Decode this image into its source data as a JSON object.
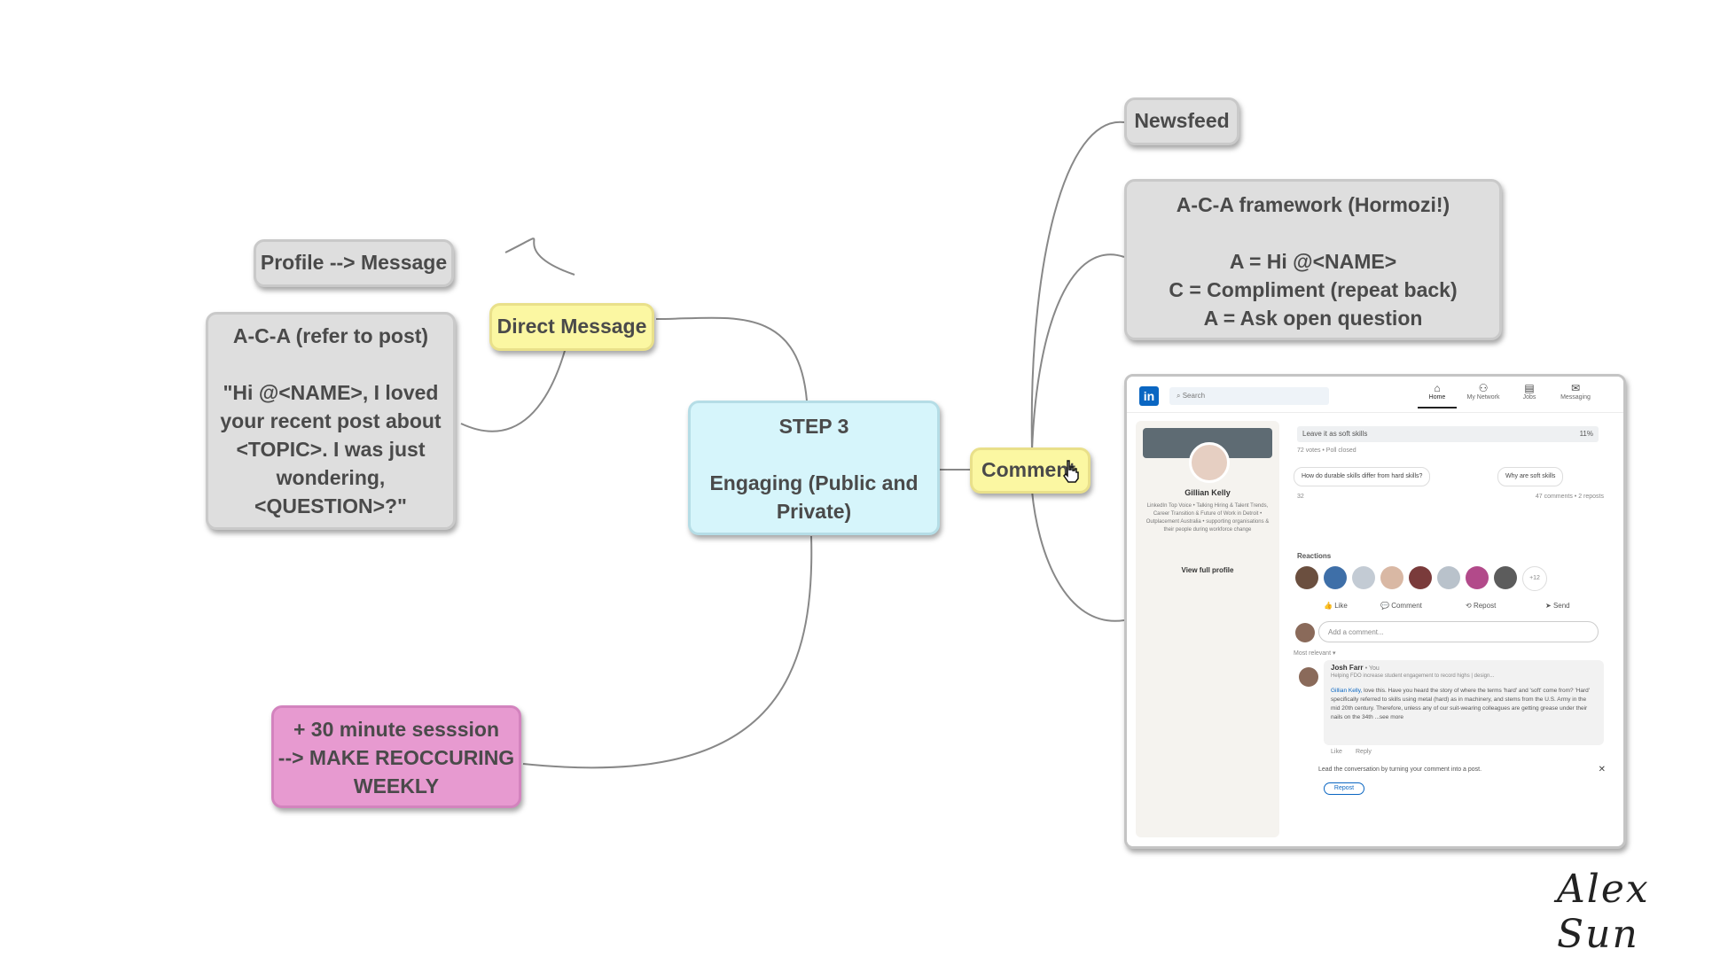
{
  "nodes": {
    "central": {
      "line1": "STEP 3",
      "line2": "Engaging (Public and",
      "line3": "Private)"
    },
    "direct_message": "Direct Message",
    "profile_message": "Profile --> Message",
    "aca_refer": {
      "title": "A-C-A (refer to post)",
      "lines": [
        "\"Hi @<NAME>, I loved",
        "your recent post about",
        "<TOPIC>. I was just",
        "wondering,",
        "<QUESTION>?\""
      ]
    },
    "session": {
      "lines": [
        "+ 30 minute sesssion",
        "--> MAKE REOCCURING",
        "WEEKLY"
      ]
    },
    "comment": "Comment",
    "newsfeed": "Newsfeed",
    "aca_framework": {
      "title": "A-C-A framework (Hormozi!)",
      "lines": [
        "A = Hi @<NAME>",
        "C = Compliment (repeat back)",
        "A = Ask open question"
      ]
    }
  },
  "screenshot": {
    "logo": "in",
    "search_placeholder": "Search",
    "nav": [
      {
        "icon": "home-icon",
        "glyph": "⌂",
        "label": "Home"
      },
      {
        "icon": "network-icon",
        "glyph": "⚇",
        "label": "My Network"
      },
      {
        "icon": "jobs-icon",
        "glyph": "▤",
        "label": "Jobs"
      },
      {
        "icon": "messaging-icon",
        "glyph": "✉",
        "label": "Messaging"
      }
    ],
    "profile": {
      "name": "Gillian Kelly",
      "bio": "LinkedIn Top Voice • Talking Hiring & Talent Trends, Career Transition & Future of Work in Detroit • Outplacement Australia • supporting organisations & their people during workforce change",
      "view_profile": "View full profile"
    },
    "poll": {
      "option": "Leave it as soft skills",
      "percent": "11%",
      "meta": "72 votes • Poll closed"
    },
    "chips": [
      "How do durable skills differ from hard skills?",
      "Why are soft skills"
    ],
    "stats_left": "32",
    "stats_right": "47 comments • 2 reposts",
    "reactions_label": "Reactions",
    "reactions_more": "+12",
    "actions": [
      "Like",
      "Comment",
      "Repost",
      "Send"
    ],
    "add_comment_placeholder": "Add a comment...",
    "sort": "Most relevant ▾",
    "comment": {
      "author": "Josh Farr",
      "you": "• You",
      "headline": "Helping FDO increase student engagement to record highs | design...",
      "mention": "Gillian Kelly,",
      "text": "love this. Have you heard the story of where the terms 'hard' and 'soft' come from? 'Hard' specifically referred to skills using metal (hard) as in machinery, and stems from the U.S. Army in the mid 20th century. Therefore, unless any of our suit-wearing colleagues are getting grease under their nails on the 34th ...see more",
      "like": "Like",
      "reply": "Reply"
    },
    "tip": "Lead the conversation by turning your comment into a post.",
    "repost": "Repost",
    "close": "✕"
  },
  "signature": "Alex Sun",
  "colors": {
    "grey_node": "#dedede",
    "yellow_node": "#fbf7a2",
    "cyan_node": "#d6f5fb",
    "pink_node": "#e79ad0",
    "annotation_red": "#d93a2b",
    "linkedin_blue": "#0a66c2"
  }
}
